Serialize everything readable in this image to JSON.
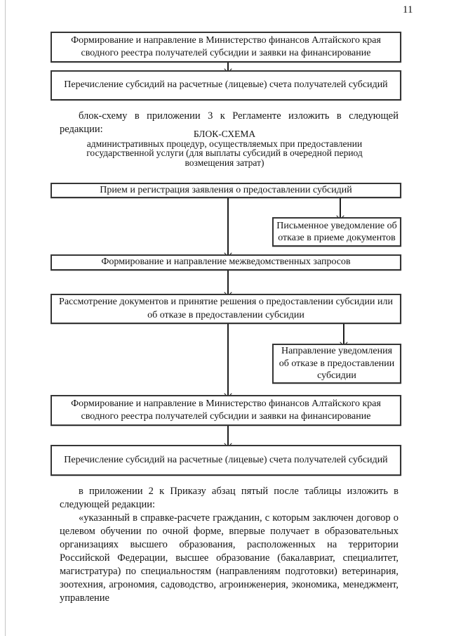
{
  "page_number": "11",
  "top_sequence": {
    "box_registry": "Формирование и направление в Министерство финансов Алтайского края сводного реестра получателей субсидии и заявки на финансирование",
    "box_transfer": "Перечисление субсидий на расчетные (лицевые) счета получателей субсидий"
  },
  "intro_paragraph": "блок-схему в приложении 3 к Регламенте изложить в следующей редакции:",
  "scheme": {
    "title": "БЛОК-СХЕМА",
    "subtitle_line1": "административных процедур, осуществляемых при предоставлении",
    "subtitle_line2": "государственной услуги (для выплаты субсидий в очередной период",
    "subtitle_line3": "возмещения затрат)",
    "box_reception": "Прием и регистрация заявления о предоставлении субсидий",
    "box_written_refusal": "Письменное уведомление об отказе в приеме документов",
    "box_interagency": "Формирование и направление межведомственных запросов",
    "box_review": "Рассмотрение документов и принятие решения о предоставлении субсидии или об отказе в предоставлении субсидии",
    "box_refusal_notice": "Направление уведомления об отказе в предоставлении субсидии",
    "box_registry": "Формирование и направление в Министерство финансов Алтайского края сводного реестра получателей субсидии и заявки на финансирование",
    "box_transfer": "Перечисление субсидий на расчетные (лицевые) счета получателей субсидий"
  },
  "closing": {
    "paragraph_intro": "в приложении 2 к Приказу абзац пятый после таблицы изложить в следующей редакции:",
    "paragraph_quote": "«указанный в справке-расчете гражданин, с которым заключен договор о целевом обучении по очной форме, впервые получает в образовательных организациях высшего образования, расположенных на территории Российской Федерации, высшее образование (бакалавриат, специалитет, магистратура) по специальностям (направлениям подготовки) ветеринария, зоотехния, агрономия, садоводство, агроинженерия, экономика, менеджмент, управление"
  }
}
